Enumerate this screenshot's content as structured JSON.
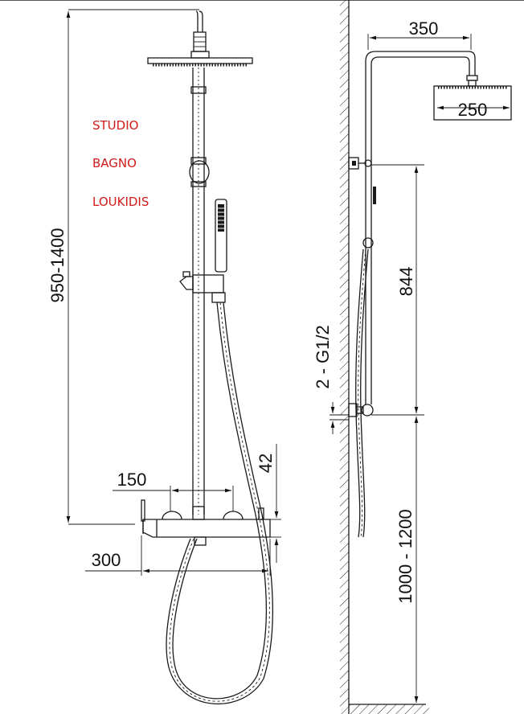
{
  "brand": {
    "lines": [
      "STUDIO",
      "BAGNO",
      "LOUKIDIS"
    ],
    "color": "#d21a1a"
  },
  "front_view": {
    "total_height_label": "950-1400",
    "outlet_spacing_label": "150",
    "mixer_width_label": "300",
    "mixer_depth_label": "42"
  },
  "side_view": {
    "arm_length_label": "350",
    "head_size_label": "250",
    "bar_height_label": "844",
    "connection_label": "2 - G1/2",
    "mount_height_label": "1000 - 1200"
  }
}
